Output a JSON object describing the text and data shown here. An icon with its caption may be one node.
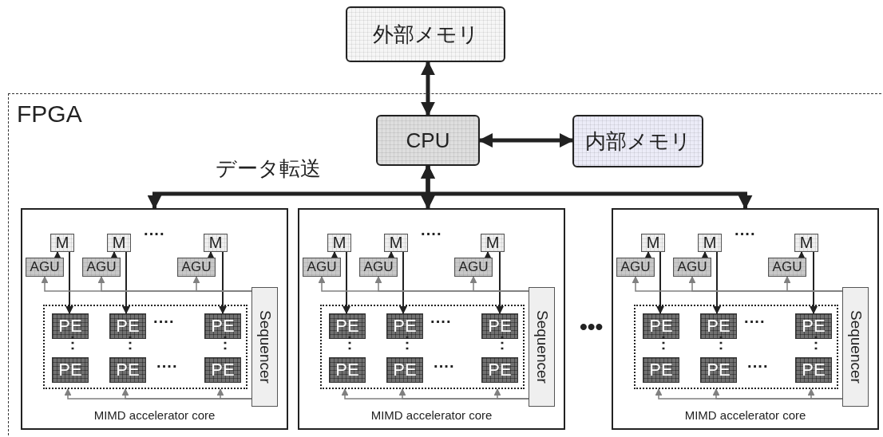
{
  "diagram": {
    "nodes": [
      {
        "text": [
          "外部メモリ"
        ]
      },
      {
        "text": [
          "FPGA"
        ]
      },
      {
        "text": [
          "CPU"
        ],
        "in": 1
      },
      {
        "text": [
          "内部メモリ"
        ],
        "in": 1
      },
      {
        "text": [
          "MIMD accelerator core"
        ],
        "in": 1
      },
      {
        "text": [
          "M"
        ],
        "in": 4
      },
      {
        "text": [
          "M"
        ],
        "in": 4
      },
      {
        "text": [
          "M"
        ],
        "in": 4
      },
      {
        "text": [
          "AGU"
        ],
        "in": 4
      },
      {
        "text": [
          "AGU"
        ],
        "in": 4
      },
      {
        "text": [
          "AGU"
        ],
        "in": 4
      },
      {
        "text": [
          "Sequencer"
        ],
        "in": 4
      },
      {
        "text": [],
        "shape": "box",
        "in": 4
      },
      {
        "text": [
          "PE"
        ],
        "in": 12
      },
      {
        "text": [
          "PE"
        ],
        "in": 12
      },
      {
        "text": [
          "PE"
        ],
        "in": 12
      },
      {
        "text": [
          "PE"
        ],
        "in": 12
      },
      {
        "text": [
          "PE"
        ],
        "in": 12
      },
      {
        "text": [
          "PE"
        ],
        "in": 12
      },
      {
        "text": [
          "MIMD accelerator core"
        ],
        "in": 1
      },
      {
        "text": [
          "M"
        ],
        "in": 19
      },
      {
        "text": [
          "M"
        ],
        "in": 19
      },
      {
        "text": [
          "M"
        ],
        "in": 19
      },
      {
        "text": [
          "AGU"
        ],
        "in": 19
      },
      {
        "text": [
          "AGU"
        ],
        "in": 19
      },
      {
        "text": [
          "AGU"
        ],
        "in": 19
      },
      {
        "text": [
          "Sequencer"
        ],
        "in": 19
      },
      {
        "text": [],
        "shape": "box",
        "in": 19
      },
      {
        "text": [
          "PE"
        ],
        "in": 27
      },
      {
        "text": [
          "PE"
        ],
        "in": 27
      },
      {
        "text": [
          "PE"
        ],
        "in": 27
      },
      {
        "text": [
          "PE"
        ],
        "in": 27
      },
      {
        "text": [
          "PE"
        ],
        "in": 27
      },
      {
        "text": [
          "PE"
        ],
        "in": 27
      },
      {
        "text": [
          "MIMD accelerator core"
        ],
        "in": 1
      },
      {
        "text": [
          "M"
        ],
        "in": 34
      },
      {
        "text": [
          "M"
        ],
        "in": 34
      },
      {
        "text": [
          "M"
        ],
        "in": 34
      },
      {
        "text": [
          "AGU"
        ],
        "in": 34
      },
      {
        "text": [
          "AGU"
        ],
        "in": 34
      },
      {
        "text": [
          "AGU"
        ],
        "in": 34
      },
      {
        "text": [
          "Sequencer"
        ],
        "in": 34
      },
      {
        "text": [],
        "shape": "box",
        "in": 34
      },
      {
        "text": [
          "PE"
        ],
        "in": 42
      },
      {
        "text": [
          "PE"
        ],
        "in": 42
      },
      {
        "text": [
          "PE"
        ],
        "in": 42
      },
      {
        "text": [
          "PE"
        ],
        "in": 42
      },
      {
        "text": [
          "PE"
        ],
        "in": 42
      },
      {
        "text": [
          "PE"
        ],
        "in": 42
      }
    ],
    "edges": [
      {
        "from": 0,
        "to": 2,
        "arrow": "both",
        "style": "thick"
      },
      {
        "from": 2,
        "to": 3,
        "arrow": "both",
        "style": "thick"
      },
      {
        "from": 2,
        "to": 4,
        "arrow": "both",
        "style": "thick",
        "label": "データ転送"
      },
      {
        "from": 2,
        "to": 19,
        "arrow": "both",
        "style": "thick"
      },
      {
        "from": 2,
        "to": 34,
        "arrow": "both",
        "style": "thick"
      },
      {
        "from": 8,
        "to": 5,
        "arrow": "to"
      },
      {
        "from": 9,
        "to": 6,
        "arrow": "to"
      },
      {
        "from": 10,
        "to": 7,
        "arrow": "to"
      },
      {
        "from": 5,
        "to": 13,
        "arrow": "to"
      },
      {
        "from": 6,
        "to": 14,
        "arrow": "to"
      },
      {
        "from": 7,
        "to": 15,
        "arrow": "to"
      },
      {
        "from": 11,
        "to": 8,
        "arrow": "to",
        "color": "#808080"
      },
      {
        "from": 11,
        "to": 9,
        "arrow": "to",
        "color": "#808080"
      },
      {
        "from": 11,
        "to": 10,
        "arrow": "to",
        "color": "#808080"
      },
      {
        "from": 11,
        "to": 12,
        "arrow": "to",
        "color": "#808080"
      },
      {
        "from": 11,
        "to": 12,
        "arrow": "to",
        "color": "#808080"
      },
      {
        "from": 11,
        "to": 12,
        "arrow": "to",
        "color": "#808080"
      },
      {
        "from": 23,
        "to": 20,
        "arrow": "to"
      },
      {
        "from": 24,
        "to": 21,
        "arrow": "to"
      },
      {
        "from": 25,
        "to": 22,
        "arrow": "to"
      },
      {
        "from": 20,
        "to": 28,
        "arrow": "to"
      },
      {
        "from": 21,
        "to": 29,
        "arrow": "to"
      },
      {
        "from": 22,
        "to": 30,
        "arrow": "to"
      },
      {
        "from": 26,
        "to": 23,
        "arrow": "to",
        "color": "#808080"
      },
      {
        "from": 26,
        "to": 24,
        "arrow": "to",
        "color": "#808080"
      },
      {
        "from": 26,
        "to": 25,
        "arrow": "to",
        "color": "#808080"
      },
      {
        "from": 26,
        "to": 27,
        "arrow": "to",
        "color": "#808080"
      },
      {
        "from": 26,
        "to": 27,
        "arrow": "to",
        "color": "#808080"
      },
      {
        "from": 26,
        "to": 27,
        "arrow": "to",
        "color": "#808080"
      },
      {
        "from": 38,
        "to": 35,
        "arrow": "to"
      },
      {
        "from": 39,
        "to": 36,
        "arrow": "to"
      },
      {
        "from": 40,
        "to": 37,
        "arrow": "to"
      },
      {
        "from": 35,
        "to": 43,
        "arrow": "to"
      },
      {
        "from": 36,
        "to": 44,
        "arrow": "to"
      },
      {
        "from": 37,
        "to": 45,
        "arrow": "to"
      },
      {
        "from": 41,
        "to": 38,
        "arrow": "to",
        "color": "#808080"
      },
      {
        "from": 41,
        "to": 39,
        "arrow": "to",
        "color": "#808080"
      },
      {
        "from": 41,
        "to": 40,
        "arrow": "to",
        "color": "#808080"
      },
      {
        "from": 41,
        "to": 42,
        "arrow": "to",
        "color": "#808080"
      },
      {
        "from": 41,
        "to": 42,
        "arrow": "to",
        "color": "#808080"
      },
      {
        "from": 41,
        "to": 42,
        "arrow": "to",
        "color": "#808080"
      }
    ],
    "labels": [
      "····",
      "····",
      "⋮",
      "⋮",
      "⋮",
      "····",
      "····",
      "····",
      "⋮",
      "⋮",
      "⋮",
      "····",
      "•••",
      "····",
      "····",
      "⋮",
      "⋮",
      "⋮",
      "····"
    ]
  }
}
